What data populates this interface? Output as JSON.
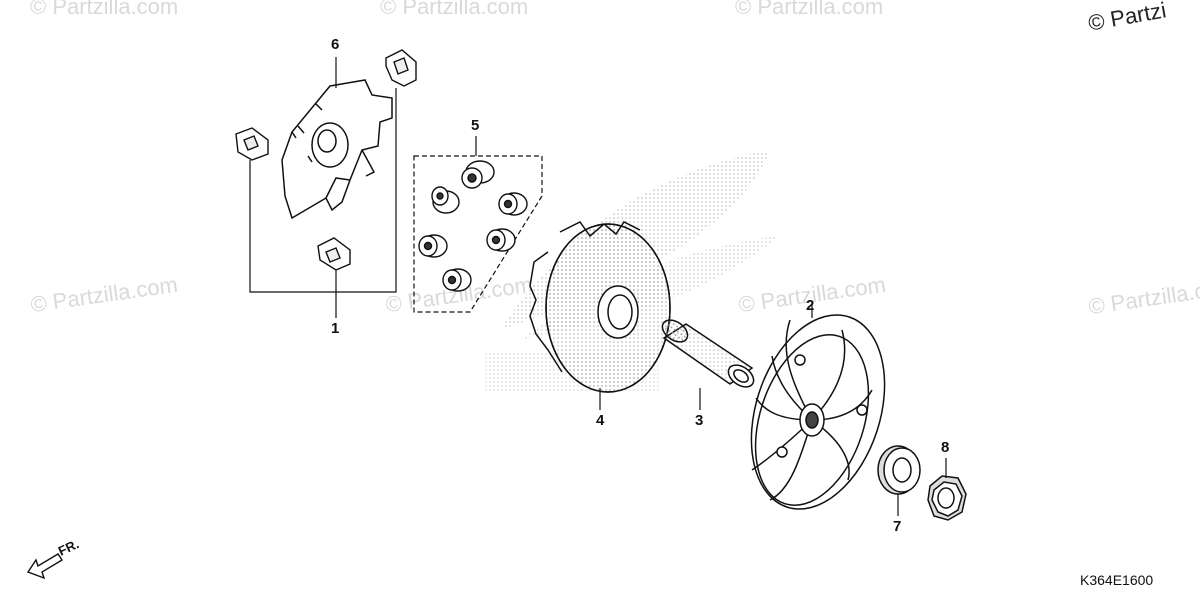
{
  "watermark_text": "© Partzilla.com",
  "corner_watermark": "© Partzi",
  "diagram_code": "K364E1600",
  "front_label": "FR.",
  "callouts": [
    {
      "id": "1",
      "label": "1"
    },
    {
      "id": "2",
      "label": "2"
    },
    {
      "id": "3",
      "label": "3"
    },
    {
      "id": "4",
      "label": "4"
    },
    {
      "id": "5",
      "label": "5"
    },
    {
      "id": "6",
      "label": "6"
    },
    {
      "id": "7",
      "label": "7"
    },
    {
      "id": "8",
      "label": "8"
    }
  ],
  "colors": {
    "line": "#111111",
    "watermark": "#d9d9d9",
    "dot_pattern": "#9a9a9a"
  }
}
